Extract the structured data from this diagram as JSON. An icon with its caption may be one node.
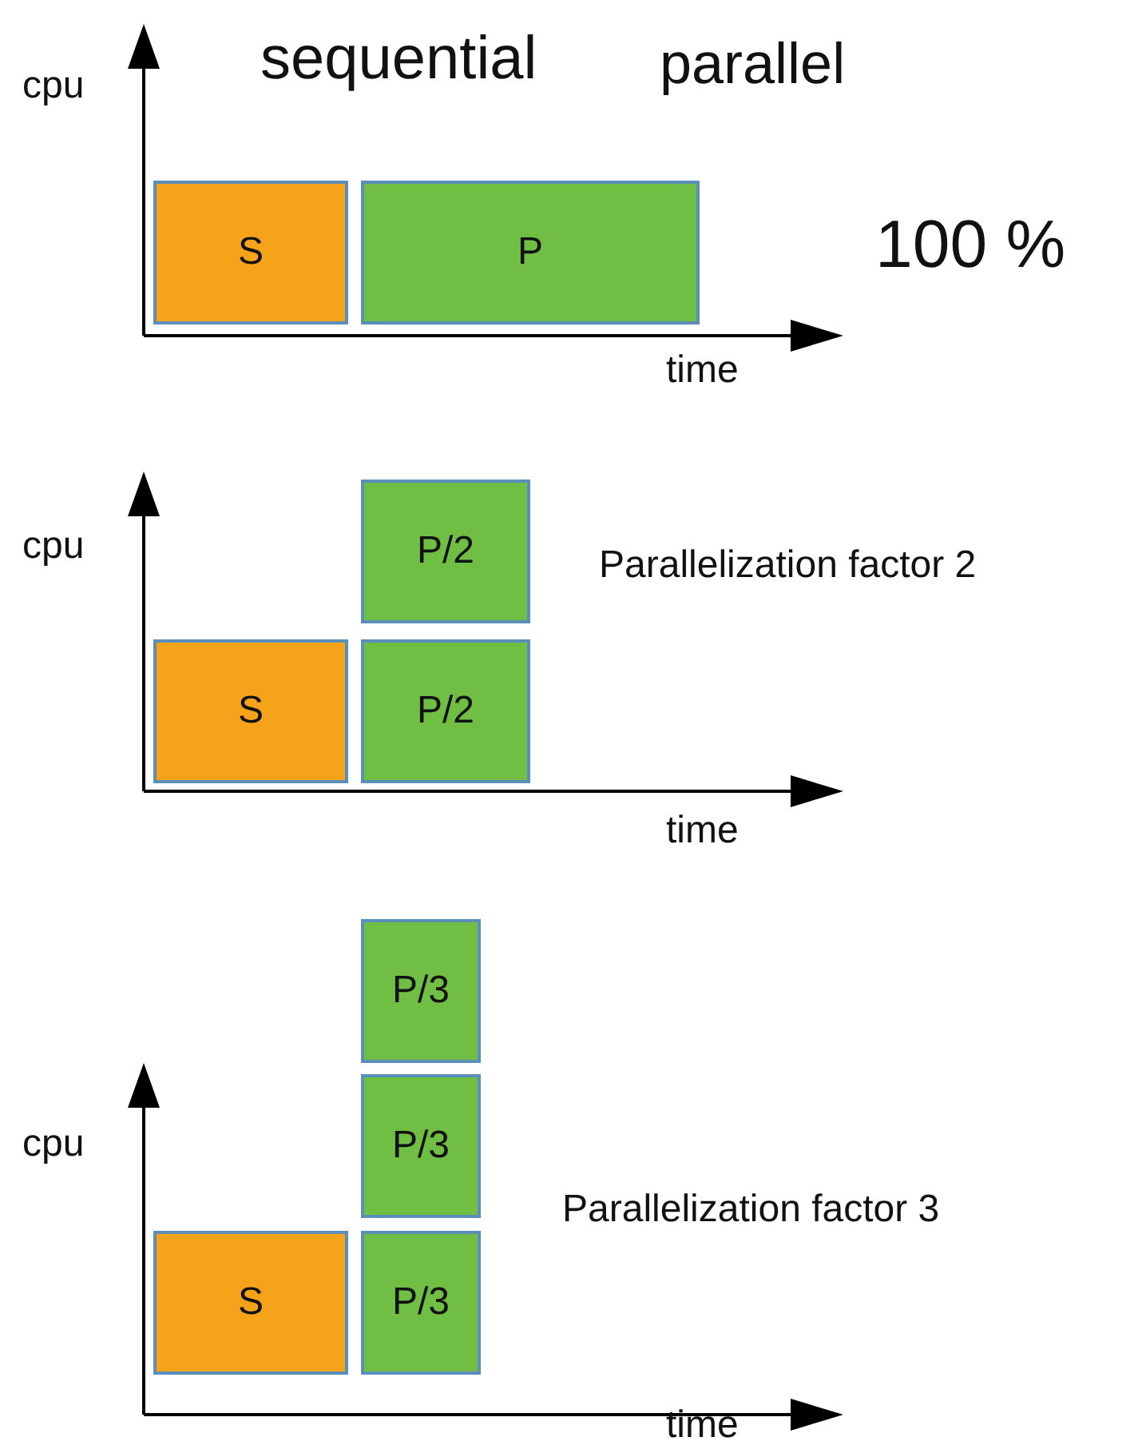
{
  "diagram": {
    "nodes": [
      {
        "text": [
          "S"
        ]
      },
      {
        "text": [
          "P"
        ]
      },
      {
        "text": [
          "S"
        ]
      },
      {
        "text": [
          "P/2"
        ]
      },
      {
        "text": [
          "P/2"
        ]
      },
      {
        "text": [
          "S"
        ]
      },
      {
        "text": [
          "P/3"
        ]
      },
      {
        "text": [
          "P/3"
        ]
      },
      {
        "text": [
          "P/3"
        ]
      }
    ],
    "labels": [
      "cpu",
      "sequential",
      "parallel",
      "100 %",
      "time",
      "cpu",
      "Parallelization factor 2",
      "time",
      "cpu",
      "Parallelization factor 3",
      "time"
    ]
  }
}
